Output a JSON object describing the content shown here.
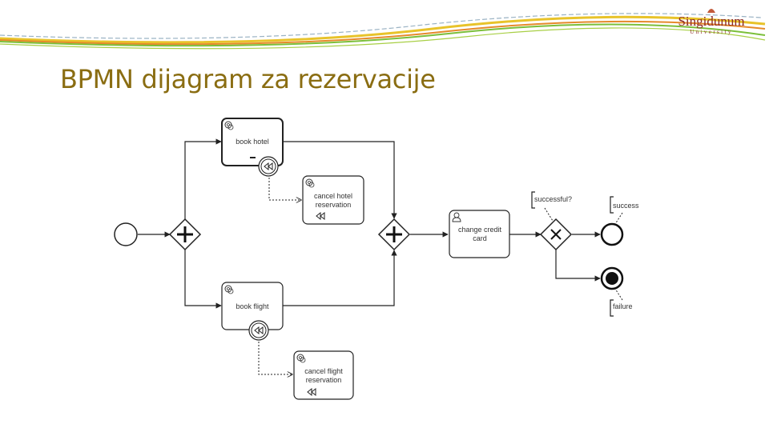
{
  "header": {
    "logo_name": "Singidunum",
    "logo_sub": "University",
    "title": "BPMN dijagram za rezervacije"
  },
  "diagram": {
    "tasks": {
      "book_hotel": "book hotel",
      "cancel_hotel": [
        "cancel hotel",
        "reservation"
      ],
      "book_flight": "book flight",
      "cancel_flight": [
        "cancel flight",
        "reservation"
      ],
      "change_credit_card": [
        "change credit",
        "card"
      ]
    },
    "gateway_label": "successful?",
    "outcomes": {
      "success": "success",
      "failure": "failure"
    }
  }
}
